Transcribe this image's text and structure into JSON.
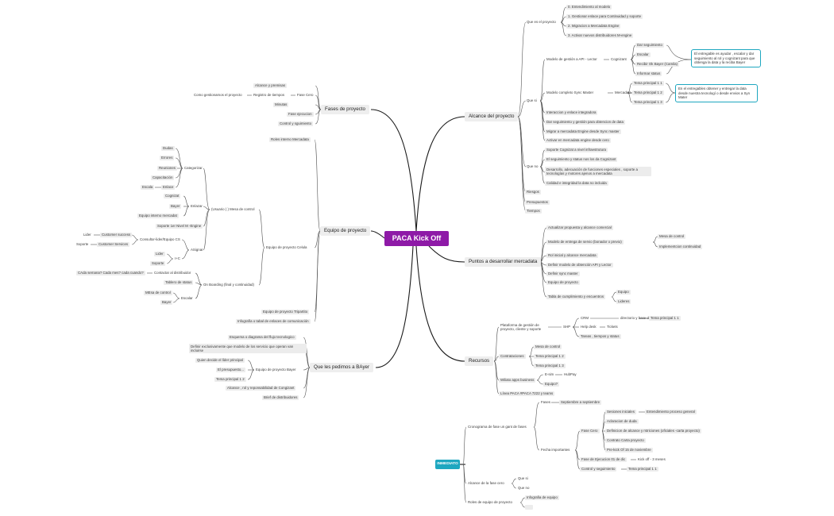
{
  "root": "PACA Kick Off",
  "tag": "INMEDIATO",
  "branches": {
    "alcance": "Alcance del proyecto",
    "puntos": "Puntos a desarrollar mercadata",
    "recursos": "Recursos",
    "fases": "Fases de proyecto",
    "equipo": "Equipo de proyecto",
    "pedimos": "Que les pedimos a BAyer"
  },
  "alcance": {
    "que_es": "Que es el proyecto",
    "que_es_items": [
      "0. Entendimiento al modelo",
      "1. Gestionar enlace para Continuidad y soporte",
      "2. Migracion a Mercadata Engine",
      "3. Activar nuevos distribuidores M-engine"
    ],
    "que_si": "Que si",
    "modelo_gestion": "Modelo de gestión a API - Lector",
    "cognizant": "Cognizant",
    "cognizant_items": [
      "Dar seguimiento",
      "Escalar",
      "Recibir Ok Bayer (Camila)",
      "Informar  status"
    ],
    "callout1": "El entregable es ayudar , escalar y dar seguimiento al rol y cognizant para que obtenga  la data y la reciba Bayer",
    "modelo_sync": "Modelo completo Sync Master",
    "mercadata": "Mercadata",
    "mercadata_items": [
      "Tema principal 1 1",
      "Tema principal 1 2",
      "Tema principal 1 3"
    ],
    "callout2": "En el entregables obtener y entregar la data desde nuestra tecnologí o desde envios a Syn Mater",
    "si_items": [
      "Interaccion y enlace integradora",
      "Dar seguimiento y gestión para obtencion de data",
      "Migrar a mercadata Engine desde Sync master",
      "Activar en mercadata engine desde cero"
    ],
    "que_no": "Que no",
    "no_items": [
      "Soporte Cognizat a nivel infraestrutura",
      "El seguimiento y status nos los da Cognizant",
      "Desarrollo, adecuación de funciones especiales , soporte a tecnologías y motores ajenos a  mercadata",
      "Calidad e integridad la data  no incluida"
    ],
    "riesgos": "Riesgos",
    "presupuestos": "Presupuestos",
    "tiempos": "Tiempos"
  },
  "puntos": {
    "items": [
      "Actualizar propuesta y alcance comercial",
      "Modelo de entrega de servio (bonador o previo)",
      "Rol inicial y alcance mercadata",
      "Definir  modelo de obtención API y Lector",
      "Definir sync master",
      "Equipo de proyecto",
      "Tabla de cumplimiento y encuentros"
    ],
    "entrega_items": [
      "Mesa de control",
      "Implementcion continuidad"
    ],
    "tabla_items": [
      "Equipo",
      "Lideres"
    ]
  },
  "recursos": {
    "plataforma": "Plataforma de gestión  de proyecto, cliente y soporte",
    "shp": "SHP",
    "crm": "CRM",
    "crm_dir": "directorio y base de datos",
    "crm_tema": "Tema principal 1 1",
    "help": "Help desk",
    "tickets": "Tickets",
    "tareas": "Tareas , tiempos y status",
    "contrataciones": "Contrataciones",
    "contr_items": [
      "Mesa de control",
      "Tema principal 1 2",
      "Tema principal 1 3"
    ],
    "wiliato": "Wiliato apps business",
    "esim": "E-sim",
    "hubspot": "HubPay",
    "equipo_q": "Equipo?",
    "linea": "Línea PACA #PACA 7222 y teams"
  },
  "inmediato": {
    "cronograma": "Cronograma de fase  un gant de fases",
    "fases": "Fases",
    "fases_val": "Septiembre a septiembre",
    "fecha": "Fecha importantes",
    "fase_cero": "Fase Cero",
    "fase_cero_items": [
      "Sesiones iniciales",
      "Aclaracion de duda",
      "Definicion de alcance y rstriciones (oficiales -carta proyecto)",
      "Contrato Carta proyecto",
      "Pre-kick Of 15 de noviembre"
    ],
    "sesiones_val": "Entendimiento proceso general",
    "fase_ej": "Fase de Ejecucion 01 de dic",
    "kick": "Kick off - 3 meses",
    "control": "Control y seguimiento",
    "control_val": "Tema principal 1 1",
    "alcance_cero": "Alcance de la fase cero",
    "que_si": "Que si",
    "que_no": "Que no",
    "roles": "Roles de equipo de proyecto",
    "infografia": "Infografia de equipo"
  },
  "fases": {
    "como": "Como gestionamos el proyecto",
    "registro": "Registro de tiempos",
    "fase_cero": "Fase Cero",
    "alcance_premisas": "Alcance y premisas",
    "minutas": "Minutas",
    "fase_ejecucion": "Fase  ejecucion",
    "control": "Control y sguimiento"
  },
  "equipo": {
    "roles": "Roles interno Mercadata",
    "celula": "Equipo de proyecto Celula",
    "usuario": "(Usuario ) ) Mesa de control",
    "categorizar": "Categorizar",
    "cat_items": [
      "Dudas",
      "Errores",
      "Reuniones",
      "Capacitación",
      "Enlace"
    ],
    "escala": "Escala",
    "enlazar": "Enlazar",
    "enl_items": [
      "Cognizat",
      "Bayer",
      "Equipo interno mercadat"
    ],
    "soporte_nivel": "Soporte 1er Nivel M -Engine",
    "asignar": "ASignar",
    "consultor": "Consultor-lider/Equipo CS",
    "customer_success": "Customer success",
    "customer_services": "Customer Services",
    "lider": "Lider",
    "soporte": "Soporte",
    "lider2": "Lider",
    "soporte2": "Soporte",
    "ic": "I+C",
    "onboarding": "On Boarding (final y continuidad)",
    "contactar": "Contactar al distribuidor",
    "contactar_q": "CAda semana?  Cada mes? cada cuando?",
    "tablero": "Tablero de status",
    "escalar": "Escalar",
    "escalar_items": [
      "MEsa de control",
      "Bayer"
    ],
    "tripartito": "Equipo de proyecto Tripartito",
    "infografia": "Infografía o tabal de enlaces de comunicación"
  },
  "pedimos": {
    "items": [
      "Esquema o diagrama del flujo tecnologico",
      "Definir exclusivamente que modelo de los servicio que operan van incluirse",
      "Equipo de proyecto  Bayer",
      "Alcance , rol y reponsabilidad de Congizant",
      "Brief de distribuidores"
    ],
    "bayer_items": [
      "Quien decide el líder principal",
      "El presupuesto...",
      "Tema principal 1 2"
    ]
  }
}
